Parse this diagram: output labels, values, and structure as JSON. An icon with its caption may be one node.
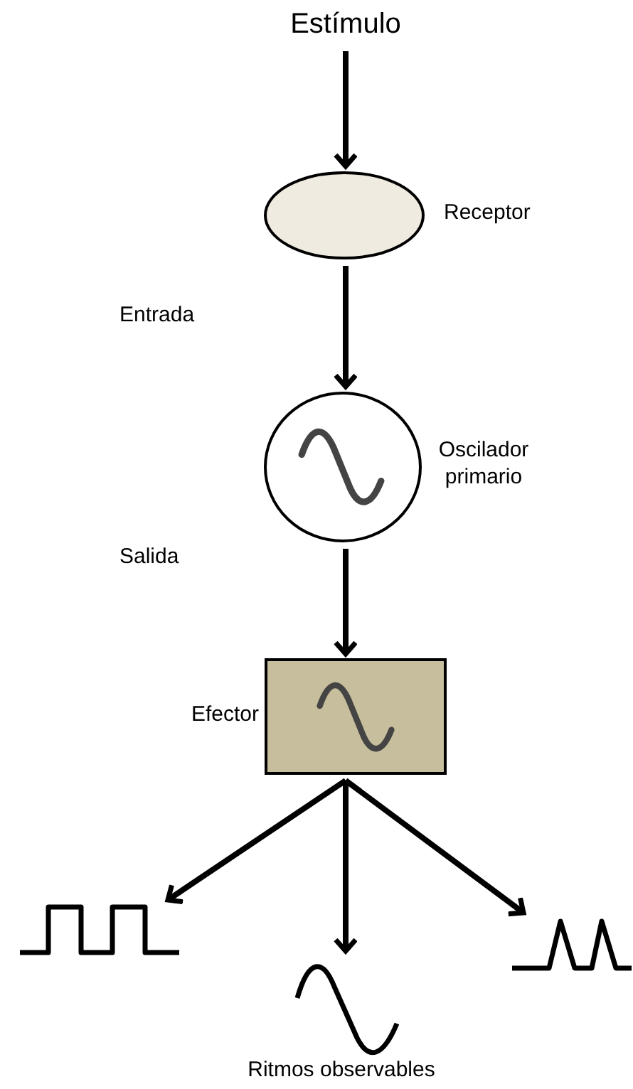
{
  "diagram": {
    "nodes": [
      {
        "text": [
          "Estímulo"
        ]
      },
      {
        "text": [],
        "shape": "ellipse",
        "beside": [
          "Receptor"
        ]
      },
      {
        "text": [],
        "shape": "circle",
        "beside": [
          "Oscilador primario"
        ]
      },
      {
        "text": [],
        "shape": "box",
        "beside": [
          "Efector"
        ]
      },
      {
        "text": [],
        "shape": "picture"
      },
      {
        "text": [],
        "shape": "picture"
      },
      {
        "text": [],
        "shape": "picture"
      }
    ],
    "edges": [
      {
        "from": 0,
        "to": 1,
        "arrow": "to"
      },
      {
        "from": 1,
        "to": 2,
        "arrow": "to"
      },
      {
        "from": 2,
        "to": 3,
        "arrow": "to"
      },
      {
        "from": 3,
        "to": 4,
        "arrow": "to"
      },
      {
        "from": 3,
        "to": 5,
        "arrow": "to"
      },
      {
        "from": 3,
        "to": 6,
        "arrow": "to"
      }
    ],
    "labels": [
      "Entrada",
      "Salida",
      "Ritmos observables"
    ]
  }
}
